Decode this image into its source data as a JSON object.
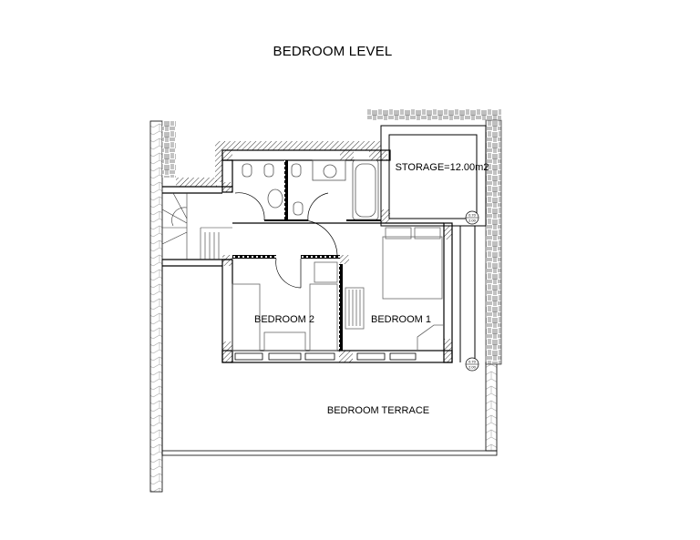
{
  "title": "BEDROOM LEVEL",
  "rooms": {
    "storage": "STORAGE=12.00m2",
    "bedroom1": "BEDROOM 1",
    "bedroom2": "BEDROOM 2",
    "terrace": "BEDROOM TERRACE"
  },
  "window_tags": [
    {
      "width": "0.70",
      "height": "2.00"
    },
    {
      "width": "0.70",
      "height": "2.00"
    }
  ]
}
